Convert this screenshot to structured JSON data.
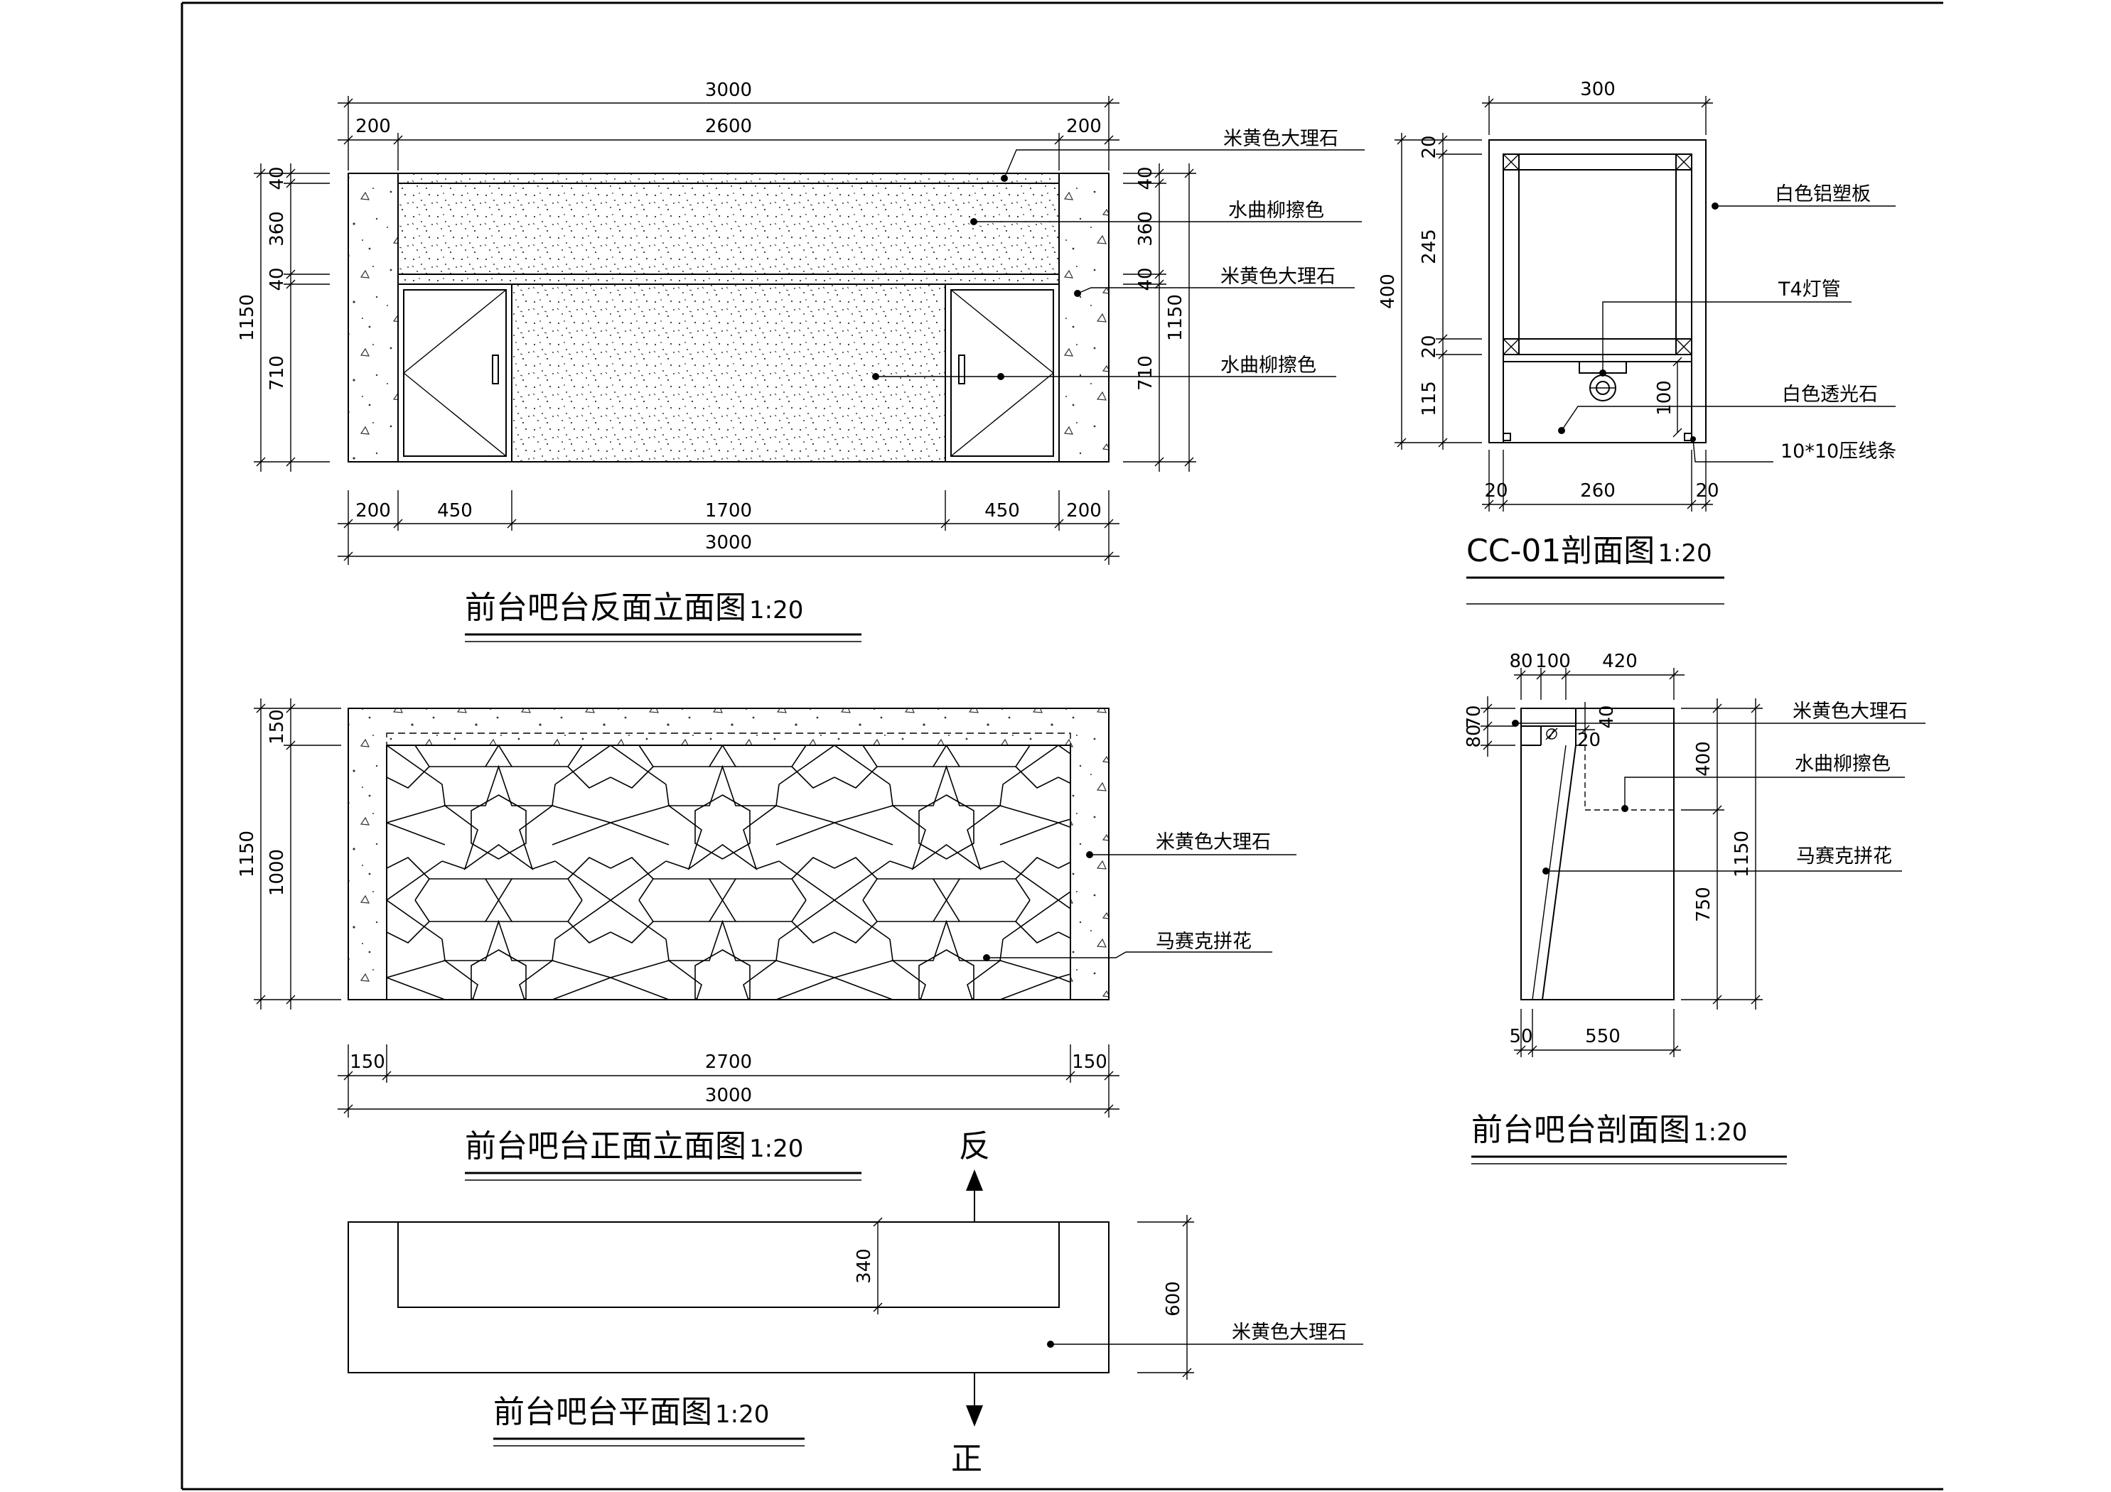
{
  "elevation_back": {
    "title": "前台吧台反面立面图",
    "scale": "1:20",
    "top_total": "3000",
    "top_segments": [
      "200",
      "2600",
      "200"
    ],
    "bottom_segments": [
      "200",
      "450",
      "1700",
      "450",
      "200"
    ],
    "bottom_total": "3000",
    "left_total": "1150",
    "left_segments": [
      "40",
      "360",
      "40",
      "710"
    ],
    "right_total": "1150",
    "right_segments": [
      "40",
      "360",
      "40",
      "710"
    ],
    "labels": [
      "米黄色大理石",
      "水曲柳擦色",
      "米黄色大理石",
      "水曲柳擦色"
    ]
  },
  "elevation_front": {
    "title": "前台吧台正面立面图",
    "scale": "1:20",
    "left_total": "1150",
    "left_segments": [
      "150",
      "1000"
    ],
    "bottom_segments": [
      "150",
      "2700",
      "150"
    ],
    "bottom_total": "3000",
    "labels": [
      "米黄色大理石",
      "马赛克拼花"
    ]
  },
  "plan": {
    "title": "前台吧台平面图",
    "scale": "1:20",
    "inner_dim": "340",
    "depth_dim": "600",
    "label": "米黄色大理石",
    "arrow_up": "反",
    "arrow_down": "正"
  },
  "section_cc01": {
    "title": "CC-01剖面图",
    "scale": "1:20",
    "top_dim": "300",
    "left_total": "400",
    "left_segments": [
      "20",
      "245",
      "20",
      "115"
    ],
    "inner_dim": "100",
    "bottom_segments": [
      "20",
      "260",
      "20"
    ],
    "labels": [
      "白色铝塑板",
      "T4灯管",
      "白色透光石",
      "10*10压线条"
    ]
  },
  "section_bar": {
    "title": "前台吧台剖面图",
    "scale": "1:20",
    "top_segments": [
      "80",
      "100",
      "420"
    ],
    "left_segments": [
      "70",
      "80"
    ],
    "small_dims": [
      "40",
      "20"
    ],
    "right_segments": [
      "400",
      "750"
    ],
    "right_total": "1150",
    "bottom_segments": [
      "50",
      "550"
    ],
    "labels": [
      "米黄色大理石",
      "水曲柳擦色",
      "马赛克拼花"
    ]
  }
}
